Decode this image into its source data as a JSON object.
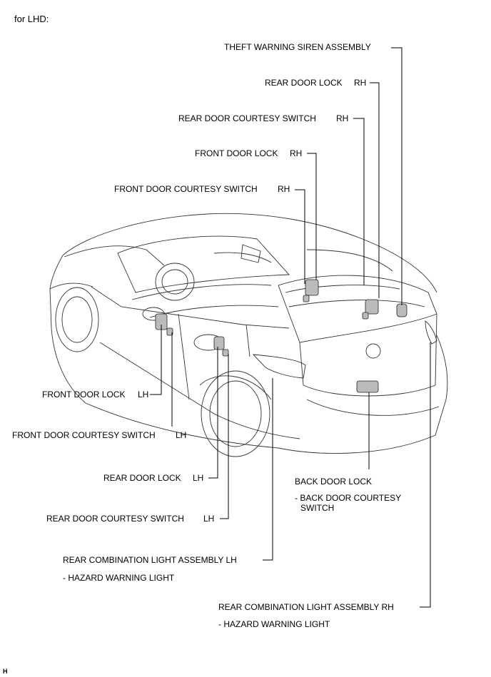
{
  "header": "for LHD:",
  "footer_code": "H",
  "labels": {
    "theft_siren": "THEFT WARNING SIREN ASSEMBLY",
    "rear_door_lock_rh": "REAR DOOR LOCK",
    "rear_door_courtesy_rh": "REAR DOOR COURTESY SWITCH",
    "front_door_lock_rh": "FRONT DOOR LOCK",
    "front_door_courtesy_rh": "FRONT DOOR COURTESY SWITCH",
    "front_door_lock_lh": "FRONT DOOR LOCK",
    "front_door_courtesy_lh": "FRONT DOOR COURTESY SWITCH",
    "rear_door_lock_lh": "REAR DOOR LOCK",
    "rear_door_courtesy_lh": "REAR DOOR COURTESY SWITCH",
    "rear_combo_lh": "REAR COMBINATION LIGHT ASSEMBLY LH",
    "rear_combo_lh_sub": "- HAZARD WARNING LIGHT",
    "back_door_lock": "BACK DOOR LOCK",
    "back_door_courtesy": "- BACK DOOR COURTESY",
    "back_door_courtesy_2": "SWITCH",
    "rear_combo_rh": "REAR COMBINATION LIGHT ASSEMBLY RH",
    "rear_combo_rh_sub": "- HAZARD WARNING LIGHT"
  },
  "sides": {
    "rh": "RH",
    "lh": "LH"
  }
}
